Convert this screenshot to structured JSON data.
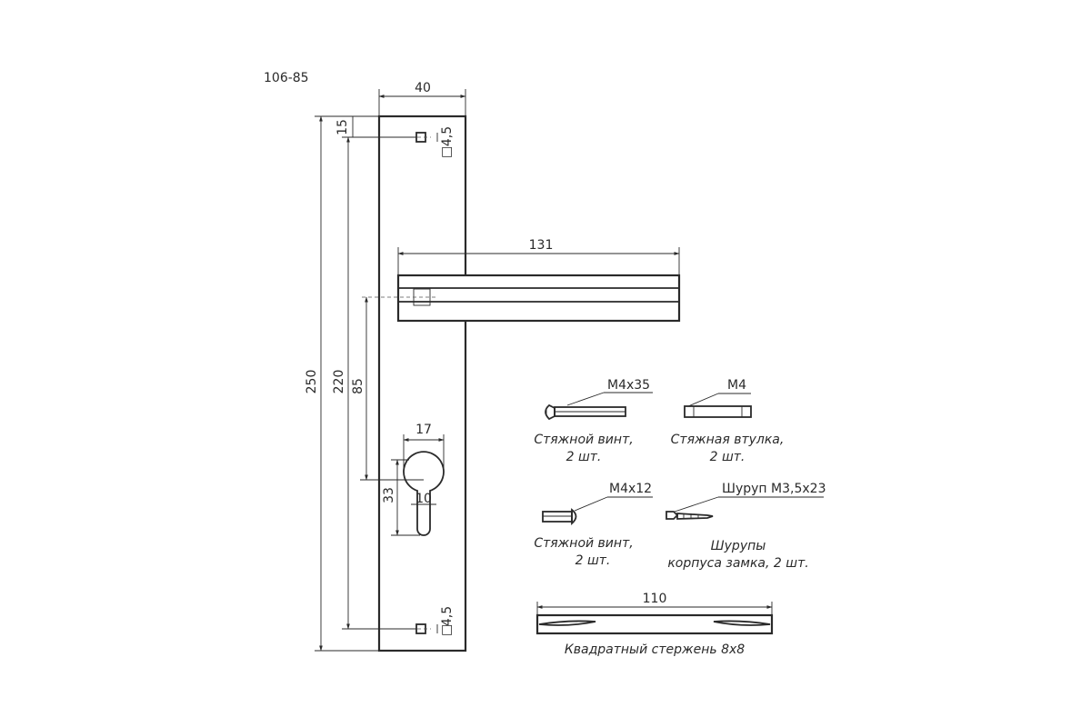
{
  "drawing": {
    "code": "106-85",
    "dimensions": {
      "plate_width": "40",
      "plate_height": "250",
      "screw_spacing": "220",
      "handle_to_keyhole": "85",
      "top_offset": "15",
      "hole_top": "4,5",
      "hole_bottom": "4,5",
      "hole_mark": "□",
      "lever_length": "131",
      "keyhole_width": "17",
      "keyhole_height": "33",
      "keyhole_slot": "10",
      "square_rod_length": "110"
    },
    "parts": {
      "screw_long_spec": "М4х35",
      "screw_long_caption_1": "Стяжной винт,",
      "screw_long_caption_2": "2 шт.",
      "sleeve_spec": "М4",
      "sleeve_caption_1": "Стяжная втулка,",
      "sleeve_caption_2": "2 шт.",
      "screw_short_spec": "М4х12",
      "screw_short_caption_1": "Стяжной винт,",
      "screw_short_caption_2": "2 шт.",
      "wood_screw_spec": "Шуруп М3,5х23",
      "wood_screw_caption_1": "Шурупы",
      "wood_screw_caption_2": "корпуса замка, 2 шт.",
      "square_rod_caption": "Квадратный стержень 8х8"
    }
  }
}
